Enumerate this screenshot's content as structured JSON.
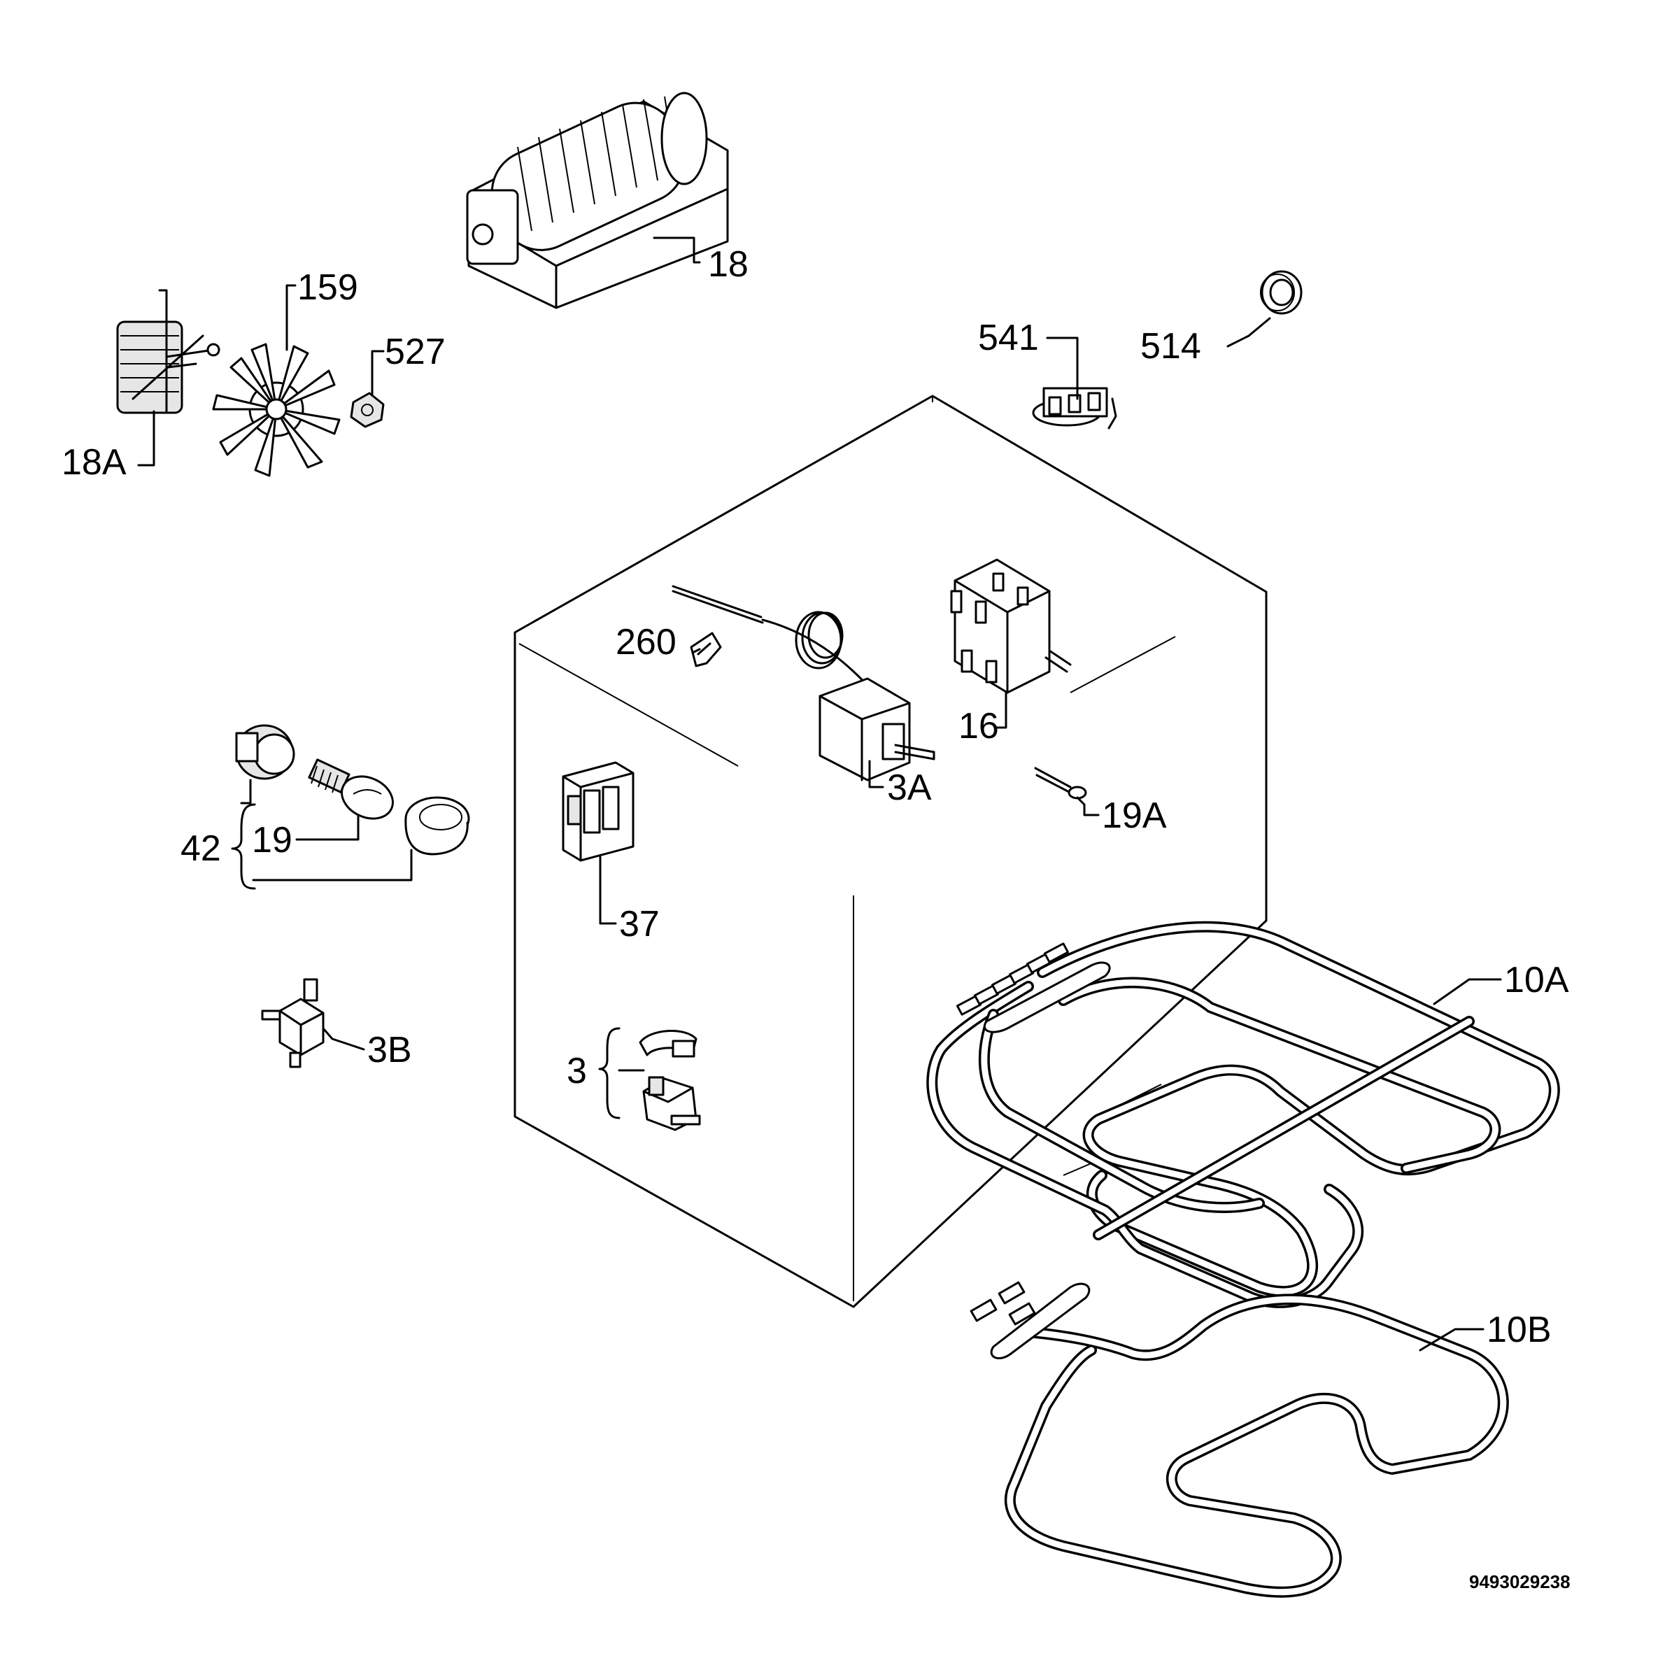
{
  "diagram": {
    "drawing_number": "9493029238",
    "callouts": [
      {
        "id": "18",
        "text": "18"
      },
      {
        "id": "159",
        "text": "159"
      },
      {
        "id": "527",
        "text": "527"
      },
      {
        "id": "18A",
        "text": "18A"
      },
      {
        "id": "541",
        "text": "541"
      },
      {
        "id": "514",
        "text": "514"
      },
      {
        "id": "260",
        "text": "260"
      },
      {
        "id": "16",
        "text": "16"
      },
      {
        "id": "3A",
        "text": "3A"
      },
      {
        "id": "19A",
        "text": "19A"
      },
      {
        "id": "42",
        "text": "42"
      },
      {
        "id": "19",
        "text": "19"
      },
      {
        "id": "37",
        "text": "37"
      },
      {
        "id": "10A",
        "text": "10A"
      },
      {
        "id": "3B",
        "text": "3B"
      },
      {
        "id": "3",
        "text": "3"
      },
      {
        "id": "10B",
        "text": "10B"
      }
    ]
  }
}
